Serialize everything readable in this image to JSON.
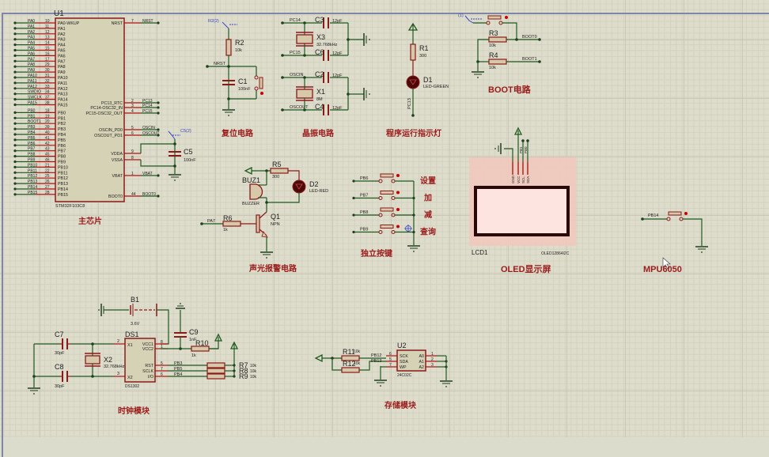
{
  "application": "Proteus ISIS schematic capture",
  "sections": {
    "main_chip": "主芯片",
    "reset": "复位电路",
    "crystal": "晶振电路",
    "run_led": "程序运行指示灯",
    "boot": "BOOT电路",
    "alarm": "声光报警电路",
    "keys": "独立按键",
    "oled": "OLED显示屏",
    "mpu": "MPU6050",
    "clock": "时钟模块",
    "storage": "存储模块"
  },
  "u1": {
    "ref": "U1",
    "part": "STM32F103C8",
    "left_pins": [
      {
        "net": "PA0",
        "num": "10",
        "name": "PA0-WKUP"
      },
      {
        "net": "PA1",
        "num": "11",
        "name": "PA1"
      },
      {
        "net": "PA2",
        "num": "12",
        "name": "PA2"
      },
      {
        "net": "PA3",
        "num": "13",
        "name": "PA3"
      },
      {
        "net": "PA4",
        "num": "14",
        "name": "PA4"
      },
      {
        "net": "PA5",
        "num": "15",
        "name": "PA5"
      },
      {
        "net": "PA6",
        "num": "16",
        "name": "PA6"
      },
      {
        "net": "PA7",
        "num": "17",
        "name": "PA7"
      },
      {
        "net": "PA8",
        "num": "29",
        "name": "PA8"
      },
      {
        "net": "PA9",
        "num": "30",
        "name": "PA9"
      },
      {
        "net": "PA10",
        "num": "31",
        "name": "PA10"
      },
      {
        "net": "PA11",
        "num": "32",
        "name": "PA11"
      },
      {
        "net": "PA12",
        "num": "33",
        "name": "PA12"
      },
      {
        "net": "SWDIO",
        "num": "34",
        "name": "PA13"
      },
      {
        "net": "SWCLK",
        "num": "37",
        "name": "PA14"
      },
      {
        "net": "PA15",
        "num": "38",
        "name": "PA15"
      },
      {
        "net": "PB0",
        "num": "18",
        "name": "PB0"
      },
      {
        "net": "PB1",
        "num": "19",
        "name": "PB1"
      },
      {
        "net": "BOOT1",
        "num": "20",
        "name": "PB2"
      },
      {
        "net": "PB3",
        "num": "39",
        "name": "PB3"
      },
      {
        "net": "PB4",
        "num": "40",
        "name": "PB4"
      },
      {
        "net": "PB5",
        "num": "41",
        "name": "PB5"
      },
      {
        "net": "PB6",
        "num": "42",
        "name": "PB6"
      },
      {
        "net": "PB7",
        "num": "43",
        "name": "PB7"
      },
      {
        "net": "PB8",
        "num": "45",
        "name": "PB8"
      },
      {
        "net": "PB9",
        "num": "46",
        "name": "PB9"
      },
      {
        "net": "PB10",
        "num": "21",
        "name": "PB10"
      },
      {
        "net": "PB11",
        "num": "22",
        "name": "PB11"
      },
      {
        "net": "PB12",
        "num": "25",
        "name": "PB12"
      },
      {
        "net": "PB13",
        "num": "26",
        "name": "PB13"
      },
      {
        "net": "PB14",
        "num": "27",
        "name": "PB14"
      },
      {
        "net": "PB15",
        "num": "28",
        "name": "PB15"
      }
    ],
    "right_pins": [
      {
        "net": "NRST",
        "num": "7",
        "name": "NRST"
      },
      {
        "net": "PC13",
        "num": "2",
        "name": "PC13_RTC"
      },
      {
        "net": "PC14",
        "num": "3",
        "name": "PC14-OSC32_IN"
      },
      {
        "net": "PC15",
        "num": "4",
        "name": "PC15-OSC32_OUT"
      },
      {
        "net": "OSCIN",
        "num": "5",
        "name": "OSCIN_PD0"
      },
      {
        "net": "OSCOUT",
        "num": "6",
        "name": "OSCOUT_PD1"
      },
      {
        "net": "",
        "num": "9",
        "name": "VDDA"
      },
      {
        "net": "",
        "num": "8",
        "name": "VSSA"
      },
      {
        "net": "VBAT",
        "num": "1",
        "name": "VBAT"
      },
      {
        "net": "BOOT0",
        "num": "44",
        "name": "BOOT0"
      }
    ]
  },
  "c5": {
    "ref": "C5",
    "value": "100nF",
    "probe": "C5(2)"
  },
  "reset": {
    "probe": "R2(2)",
    "r2_ref": "R2",
    "r2_val": "10k",
    "net": "NRST",
    "c1_ref": "C1",
    "c1_val": "100nF"
  },
  "crystal": {
    "pc14": "PC14",
    "pc15": "PC15",
    "oscin": "OSCIN",
    "oscout": "OSCOUT",
    "c3_ref": "C3",
    "c3_val": "12pF",
    "c6_ref": "C6",
    "c6_val": "12pF",
    "x3_ref": "X3",
    "x3_val": "32.768kHz",
    "c2_ref": "C2",
    "c2_val": "12pF",
    "c4_ref": "C4",
    "c4_val": "12pF",
    "x1_ref": "X1",
    "x1_val": "8M"
  },
  "run_led": {
    "r1_ref": "R1",
    "r1_val": "300",
    "d1_ref": "D1",
    "d1_val": "LED-GREEN",
    "net": "PC13"
  },
  "boot": {
    "probe": "(1)",
    "r3_ref": "R3",
    "r3_val": "10k",
    "r4_ref": "R4",
    "r4_val": "10k",
    "boot0": "BOOT0",
    "boot1": "BOOT1"
  },
  "alarm": {
    "r5_ref": "R5",
    "r5_val": "300",
    "buz_ref": "BUZ1",
    "buz_val": "BUZZER",
    "d2_ref": "D2",
    "d2_val": "LED-RED",
    "r6_ref": "R6",
    "r6_val": "1k",
    "net": "PA7",
    "q1_ref": "Q1",
    "q1_val": "NPN"
  },
  "keys": {
    "items": [
      {
        "net": "PB6",
        "label": "设置"
      },
      {
        "net": "PB7",
        "label": "加"
      },
      {
        "net": "PB8",
        "label": "减"
      },
      {
        "net": "PB9",
        "label": "查询"
      }
    ]
  },
  "oled": {
    "ref": "LCD1",
    "part": "OLED12864I2C",
    "pins": [
      "GND",
      "VCC",
      "SCL",
      "SDA"
    ],
    "nets": [
      "PB1",
      "PB0"
    ]
  },
  "mpu": {
    "net": "PB14"
  },
  "clock": {
    "b1_ref": "B1",
    "b1_val": "3.6V",
    "c7_ref": "C7",
    "c7_val": "30pF",
    "c8_ref": "C8",
    "c8_val": "30pF",
    "x2_ref": "X2",
    "x2_val": "32.768kHz",
    "ds1_ref": "DS1",
    "ds1_part": "DS1302",
    "ds1_pins_left": [
      {
        "num": "2",
        "name": "X1"
      },
      {
        "num": "3",
        "name": "X2"
      }
    ],
    "ds1_pins_right": [
      {
        "num": "8",
        "name": "VCC1"
      },
      {
        "num": "1",
        "name": "VCC2"
      },
      {
        "num": "5",
        "name": "RST"
      },
      {
        "num": "7",
        "name": "SCLK"
      },
      {
        "num": "6",
        "name": "I/O"
      }
    ],
    "c9_ref": "C9",
    "c9_val": "1nF",
    "r10_ref": "R10",
    "r10_val": "1k",
    "nets": [
      "PB3",
      "PB5",
      "PB4"
    ],
    "r7_ref": "R7",
    "r8_ref": "R8",
    "r9_ref": "R9",
    "rpull_val": "10k"
  },
  "storage": {
    "r11_ref": "R11",
    "r11_val": "10k",
    "r12_ref": "R12",
    "r12_val": "10k",
    "nets": [
      "PB12",
      "PB13"
    ],
    "u2_ref": "U2",
    "u2_part": "24C02C",
    "u2_pins_left": [
      {
        "num": "6",
        "name": "SCK"
      },
      {
        "num": "5",
        "name": "SDA"
      },
      {
        "num": "7",
        "name": "WP"
      }
    ],
    "u2_pins_right": [
      {
        "num": "1",
        "name": "A0"
      },
      {
        "num": "2",
        "name": "A1"
      },
      {
        "num": "3",
        "name": "A2"
      }
    ]
  },
  "colors": {
    "wire": "#1f5a1f",
    "pin": "#b01010",
    "body": "#d6d2b6",
    "title": "#9b1b1b",
    "probe": "#3a44c8",
    "oled": "#f2c8bd"
  }
}
